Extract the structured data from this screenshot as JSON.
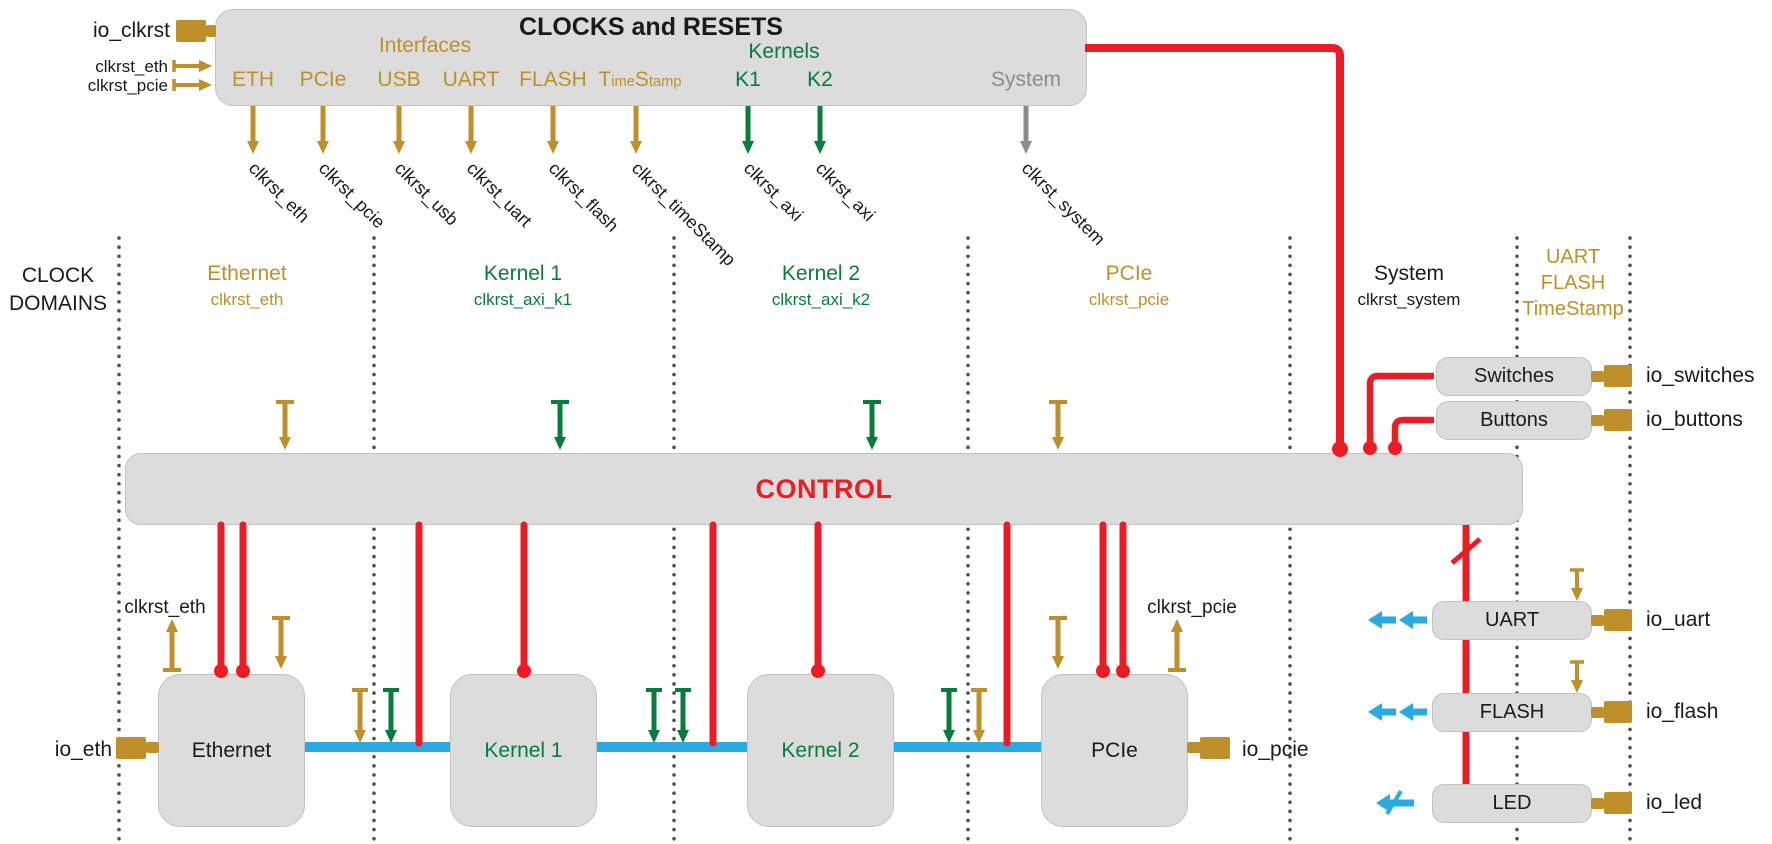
{
  "palette": {
    "gold": "#BF8F2A",
    "green": "#067D3C",
    "red": "#ED1C24",
    "blue": "#29ABE2",
    "gray": "#8C8C8C",
    "box_fill": "#DCDCDC",
    "text": "#1A1A1A"
  },
  "clocks_resets": {
    "title": "CLOCKS and RESETS",
    "interfaces_group": "Interfaces",
    "kernels_group": "Kernels",
    "system_port": "System",
    "ports": [
      "ETH",
      "PCIe",
      "USB",
      "UART",
      "FLASH"
    ],
    "timestamp_parts": [
      "T",
      "ime",
      "S",
      "tamp"
    ],
    "kernel_ports": [
      "K1",
      "K2"
    ],
    "inputs": {
      "io_clkrst": "io_clkrst",
      "clkrst_eth": "clkrst_eth",
      "clkrst_pcie": "clkrst_pcie"
    },
    "outputs": [
      "clkrst_eth",
      "clkrst_pcie",
      "clkrst_usb",
      "clkrst_uart",
      "clkrst_flash",
      "clkrst_timeStamp",
      "clkrst_axi",
      "clkrst_axi",
      "clkrst_system"
    ]
  },
  "domains": {
    "section_title": "CLOCK DOMAINS",
    "columns": [
      {
        "name": "Ethernet",
        "clock": "clkrst_eth"
      },
      {
        "name": "Kernel 1",
        "clock": "clkrst_axi_k1"
      },
      {
        "name": "Kernel 2",
        "clock": "clkrst_axi_k2"
      },
      {
        "name": "PCIe",
        "clock": "clkrst_pcie"
      },
      {
        "name": "System",
        "clock": "clkrst_system"
      }
    ],
    "right_column": [
      "UART",
      "FLASH",
      "TimeStamp"
    ]
  },
  "control": {
    "label": "CONTROL"
  },
  "blocks": [
    {
      "name": "Ethernet"
    },
    {
      "name": "Kernel 1"
    },
    {
      "name": "Kernel 2"
    },
    {
      "name": "PCIe"
    }
  ],
  "block_clocks": {
    "eth": "clkrst_eth",
    "pcie": "clkrst_pcie"
  },
  "io": {
    "eth": "io_eth",
    "pcie": "io_pcie"
  },
  "peripherals": [
    {
      "name": "Switches",
      "io": "io_switches"
    },
    {
      "name": "Buttons",
      "io": "io_buttons"
    },
    {
      "name": "UART",
      "io": "io_uart"
    },
    {
      "name": "FLASH",
      "io": "io_flash"
    },
    {
      "name": "LED",
      "io": "io_led"
    }
  ]
}
